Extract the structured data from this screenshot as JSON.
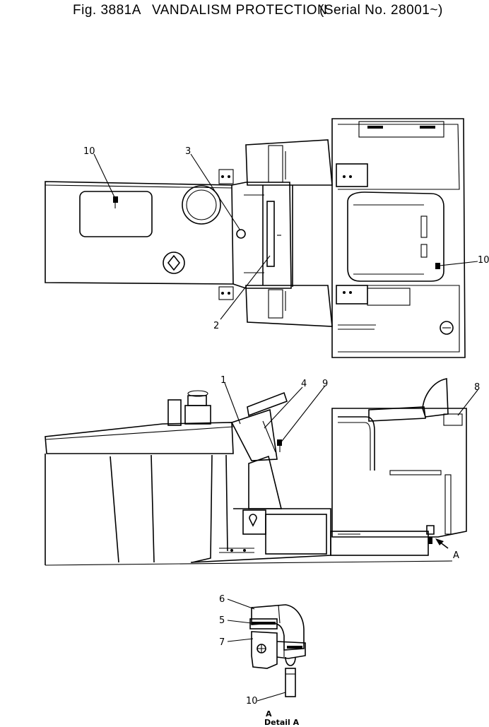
{
  "header": {
    "figure_number": "Fig. 3881A",
    "title": "VANDALISM PROTECTION",
    "serial": "(Serial No. 28001~)"
  },
  "callouts": {
    "top_view": [
      "10",
      "3",
      "2",
      "10"
    ],
    "side_view": [
      "1",
      "4",
      "9",
      "8",
      "A"
    ],
    "detail": [
      "6",
      "5",
      "7",
      "10"
    ]
  },
  "detail_label": {
    "line1": "A",
    "line2": "Detail A"
  }
}
